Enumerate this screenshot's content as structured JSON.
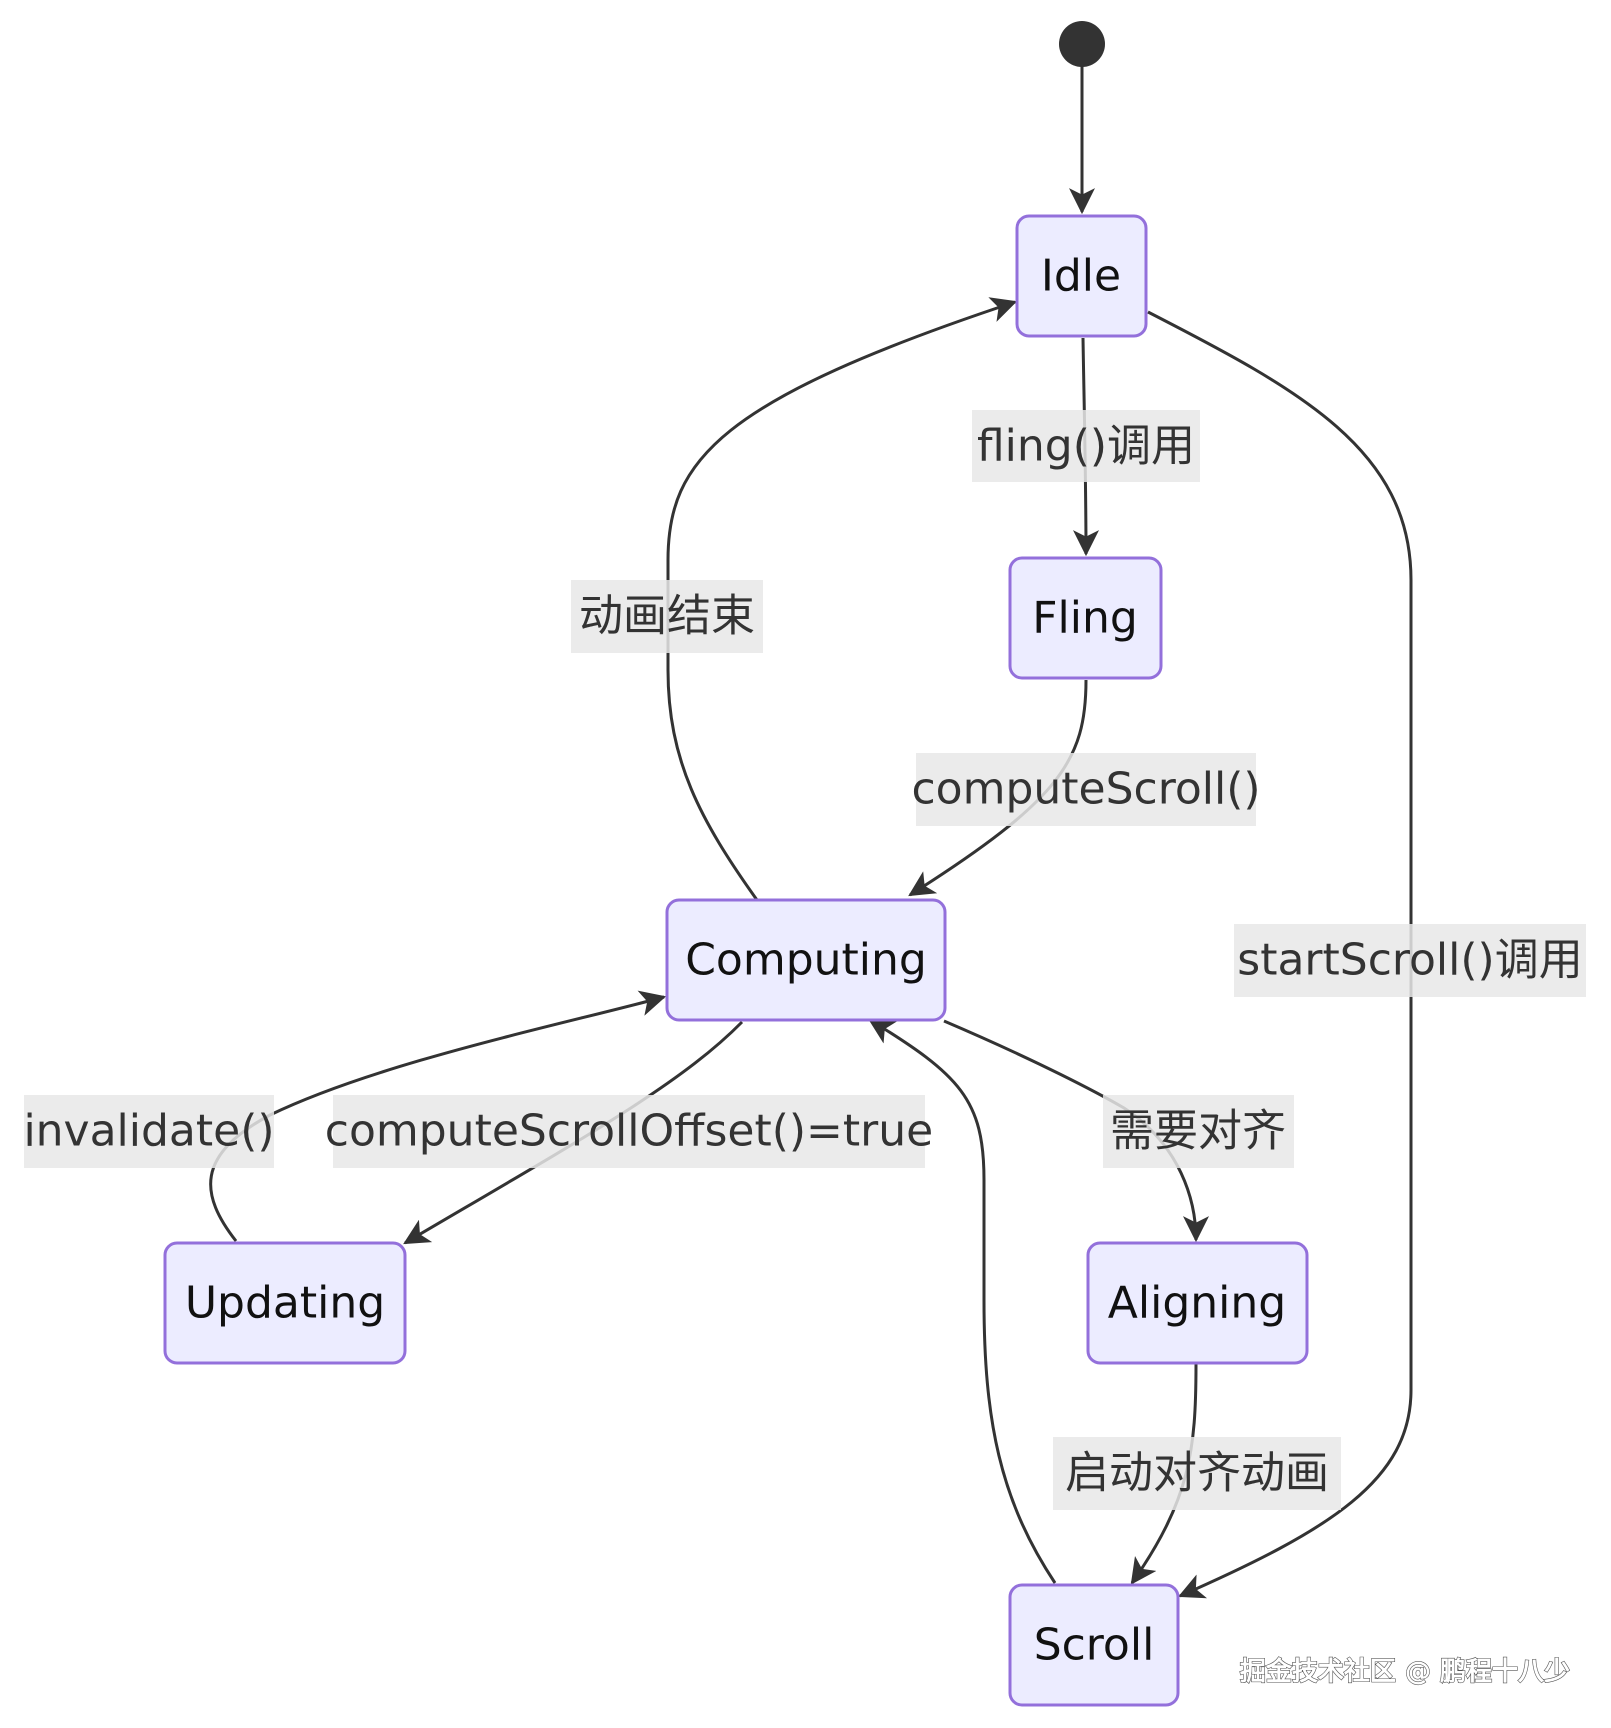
{
  "diagram": {
    "type": "state-diagram",
    "colors": {
      "node_fill": "#ECECFF",
      "node_stroke": "#9370DB",
      "edge": "#333333",
      "label_bg": "#e8e8e8",
      "start": "#333333"
    },
    "states": [
      {
        "id": "idle",
        "label": "Idle"
      },
      {
        "id": "fling",
        "label": "Fling"
      },
      {
        "id": "computing",
        "label": "Computing"
      },
      {
        "id": "updating",
        "label": "Updating"
      },
      {
        "id": "aligning",
        "label": "Aligning"
      },
      {
        "id": "scroll",
        "label": "Scroll"
      }
    ],
    "transitions": [
      {
        "id": "start_idle",
        "from": "start",
        "to": "idle",
        "label": ""
      },
      {
        "id": "idle_fling",
        "from": "idle",
        "to": "fling",
        "label": "fling()调用"
      },
      {
        "id": "fling_computing",
        "from": "fling",
        "to": "computing",
        "label": "computeScroll()"
      },
      {
        "id": "computing_idle",
        "from": "computing",
        "to": "idle",
        "label": "动画结束"
      },
      {
        "id": "idle_scroll",
        "from": "idle",
        "to": "scroll",
        "label": "startScroll()调用"
      },
      {
        "id": "computing_updating",
        "from": "computing",
        "to": "updating",
        "label": "computeScrollOffset()=true"
      },
      {
        "id": "updating_computing",
        "from": "updating",
        "to": "computing",
        "label": "invalidate()"
      },
      {
        "id": "computing_aligning",
        "from": "computing",
        "to": "aligning",
        "label": "需要对齐"
      },
      {
        "id": "aligning_scroll",
        "from": "aligning",
        "to": "scroll",
        "label": "启动对齐动画"
      },
      {
        "id": "scroll_computing",
        "from": "scroll",
        "to": "computing",
        "label": ""
      }
    ]
  },
  "watermark": "掘金技术社区 @ 鹏程十八少"
}
